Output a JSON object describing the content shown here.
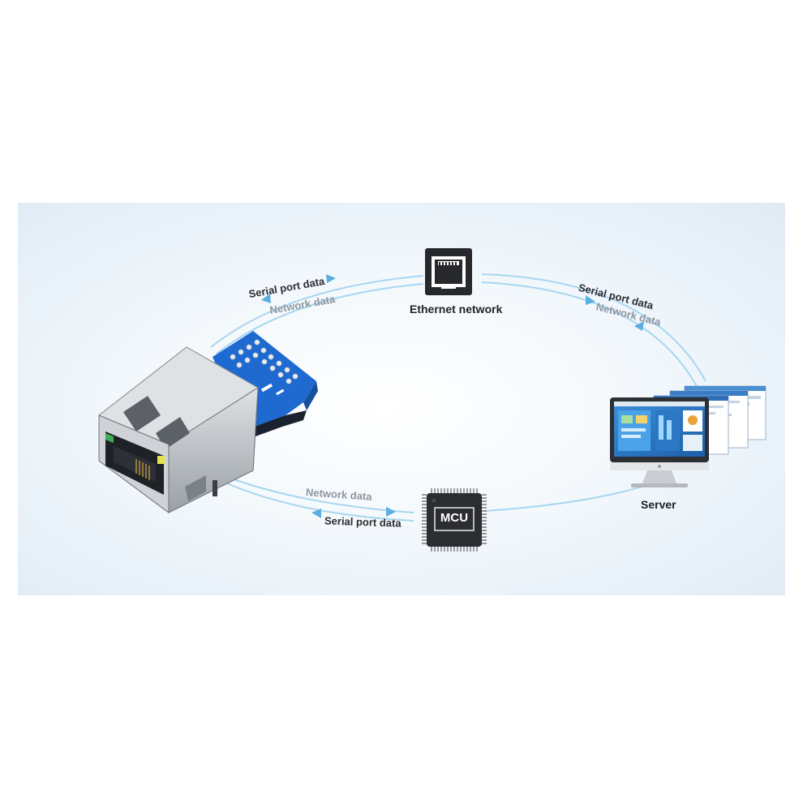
{
  "nodes": {
    "ethernet": {
      "label": "Ethernet network",
      "icon": "ethernet-port-icon"
    },
    "server": {
      "label": "Server",
      "icon": "monitor-server-icon"
    },
    "mcu": {
      "label": "MCU",
      "chip_text": "MCU",
      "icon": "mcu-chip-icon"
    },
    "module": {
      "icon": "ethernet-serial-module-icon"
    }
  },
  "links": {
    "module_ethernet": {
      "serial": "Serial port data",
      "network": "Network data"
    },
    "ethernet_server": {
      "serial": "Serial port data",
      "network": "Network data"
    },
    "module_mcu": {
      "serial": "Serial port data",
      "network": "Network data"
    }
  },
  "colors": {
    "flow_line": "#a7d6f0",
    "arrow": "#5aaee0",
    "pcb_blue": "#1e6ad1",
    "chip": "#2b2d31"
  }
}
